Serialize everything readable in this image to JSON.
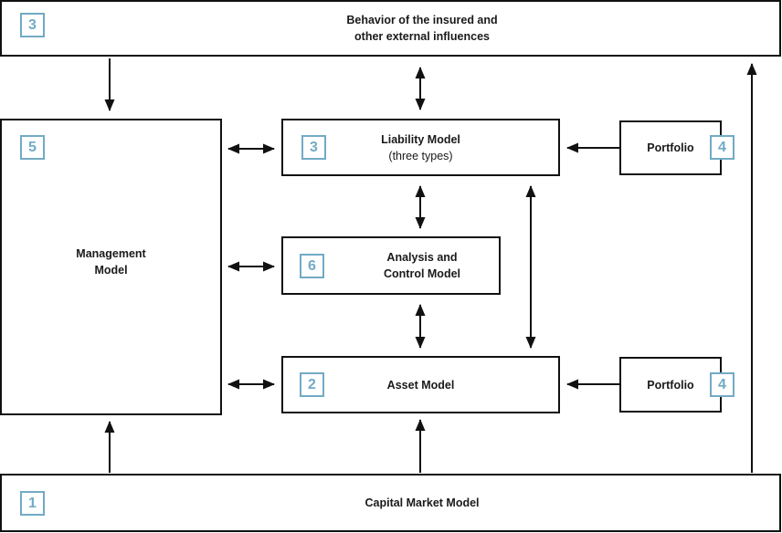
{
  "diagram": {
    "boxes": {
      "behavior": {
        "badge": "3",
        "line1": "Behavior of the insured and",
        "line2": "other external influences"
      },
      "management": {
        "badge": "5",
        "line1": "Management",
        "line2": "Model"
      },
      "liability": {
        "badge": "3",
        "title": "Liability Model",
        "subtitle": "(three types)"
      },
      "analysis": {
        "badge": "6",
        "line1": "Analysis and",
        "line2": "Control Model"
      },
      "asset": {
        "badge": "2",
        "title": "Asset Model"
      },
      "portfolio_top": {
        "badge": "4",
        "title": "Portfolio"
      },
      "portfolio_bottom": {
        "badge": "4",
        "title": "Portfolio"
      },
      "capital": {
        "badge": "1",
        "title": "Capital Market Model"
      }
    },
    "colors": {
      "badge_accent": "#72aac5",
      "line_color": "#111111",
      "background": "#ffffff",
      "text_color": "#1a1a1a"
    }
  }
}
